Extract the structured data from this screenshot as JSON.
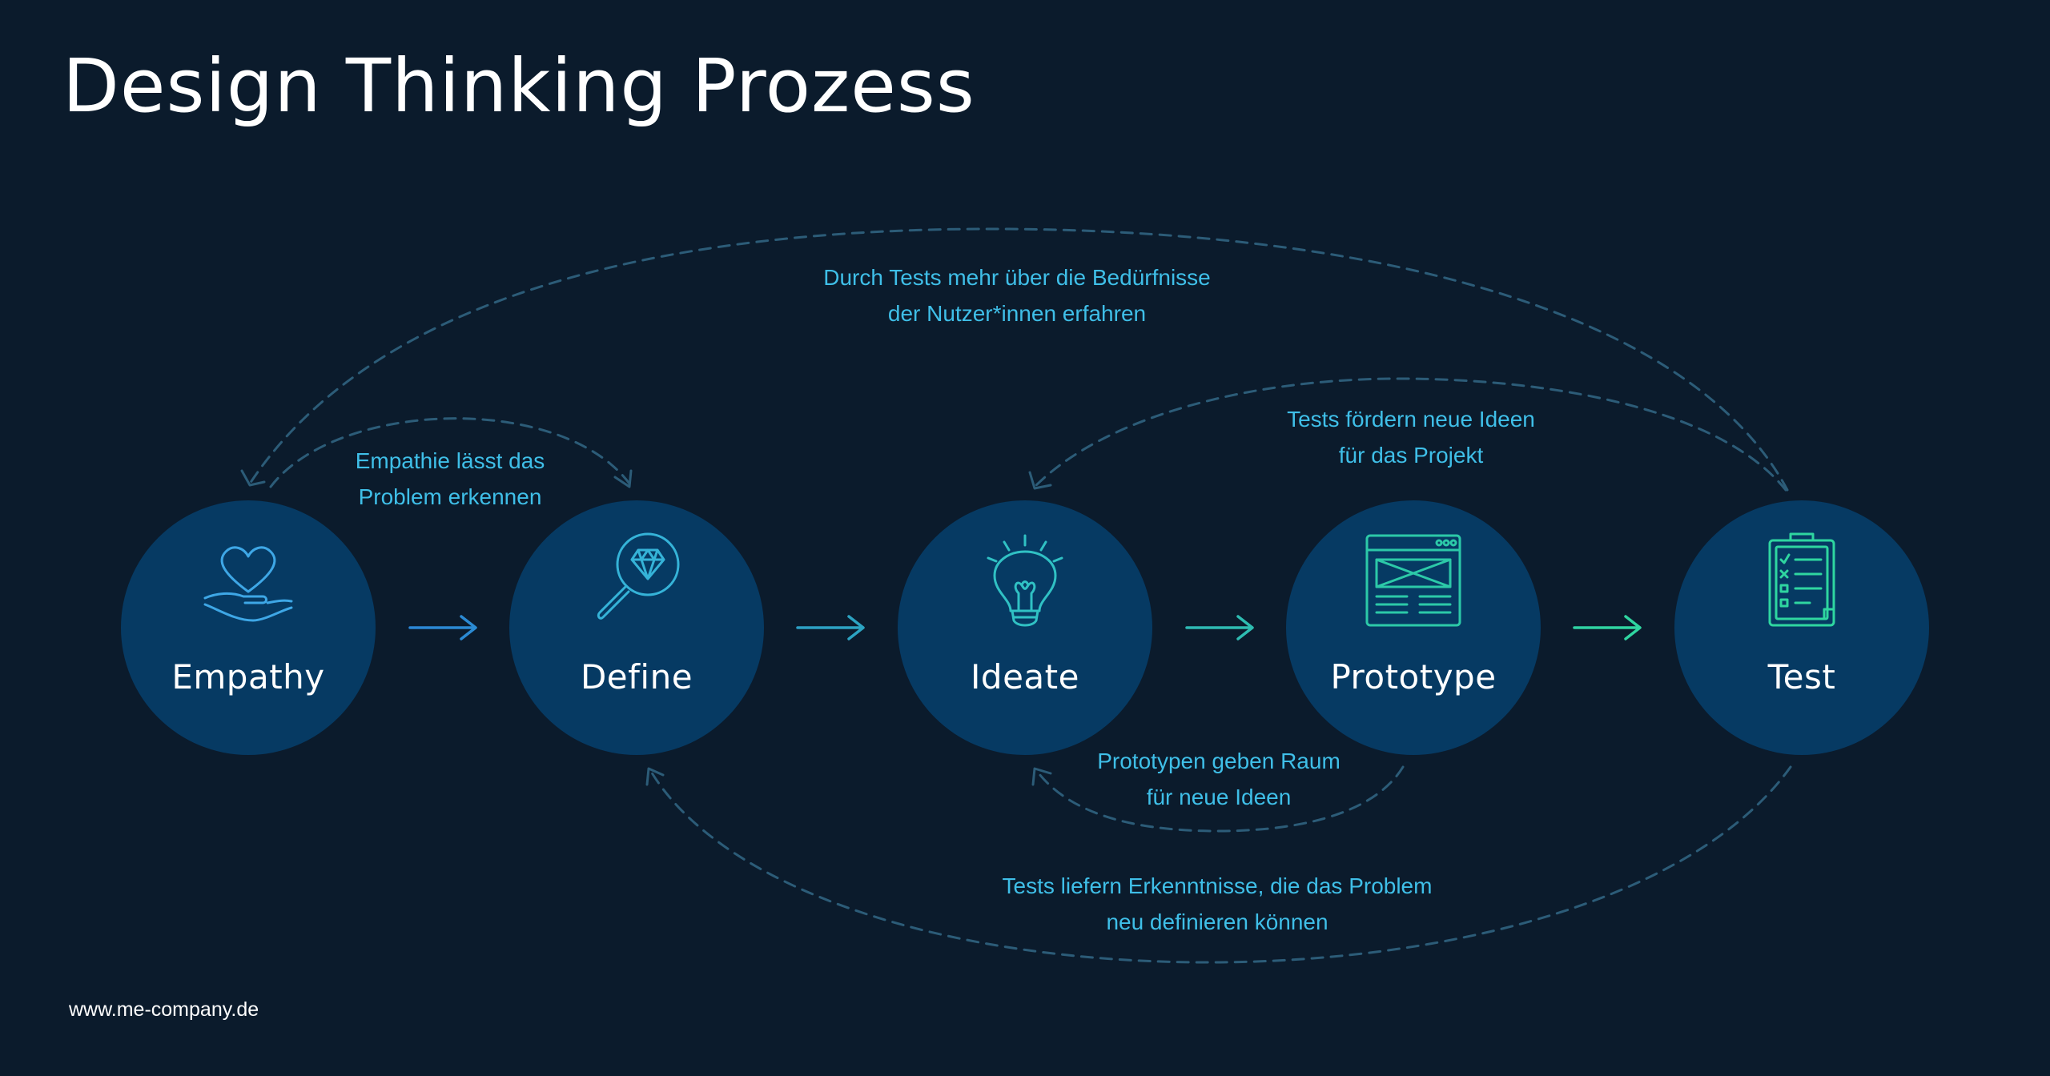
{
  "title": "Design Thinking Prozess",
  "footer": "www.me-company.de",
  "colors": {
    "background": "#0b1b2c",
    "node_fill": "#063a63",
    "note_text": "#3fbfe8",
    "dashed_line": "#2c5c78",
    "gradient_start": "#2b86d6",
    "gradient_end": "#2fd6a0"
  },
  "steps": [
    {
      "label": "Empathy",
      "icon": "heart-hand-icon"
    },
    {
      "label": "Define",
      "icon": "diamond-magnifier-icon"
    },
    {
      "label": "Ideate",
      "icon": "lightbulb-icon"
    },
    {
      "label": "Prototype",
      "icon": "wireframe-window-icon"
    },
    {
      "label": "Test",
      "icon": "checklist-clipboard-icon"
    }
  ],
  "feedback_loops": [
    {
      "from": "Test",
      "to": "Empathy",
      "text": [
        "Durch Tests mehr über die Bedürfnisse",
        "der Nutzer*innen erfahren"
      ]
    },
    {
      "from": "Empathy",
      "to": "Define",
      "text": [
        "Empathie lässt das",
        "Problem erkennen"
      ]
    },
    {
      "from": "Test",
      "to": "Ideate",
      "text": [
        "Tests fördern neue Ideen",
        "für das Projekt"
      ]
    },
    {
      "from": "Prototype",
      "to": "Ideate",
      "text": [
        "Prototypen geben Raum",
        "für neue Ideen"
      ]
    },
    {
      "from": "Test",
      "to": "Define",
      "text": [
        "Tests liefern Erkenntnisse, die das Problem",
        "neu definieren können"
      ]
    }
  ]
}
